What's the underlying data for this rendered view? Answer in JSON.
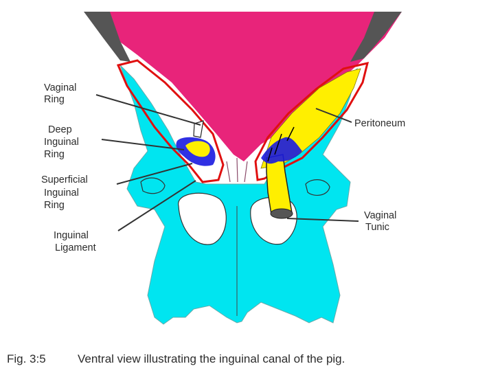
{
  "labels": {
    "vaginal_ring": [
      "Vaginal",
      "Ring"
    ],
    "deep_inguinal_ring": [
      "Deep",
      "Inguinal",
      "Ring"
    ],
    "superficial_inguinal_ring": [
      "Superficial",
      "Inguinal",
      "Ring"
    ],
    "inguinal_ligament": [
      "Inguinal",
      "Ligament"
    ],
    "peritoneum": [
      "Peritoneum"
    ],
    "vaginal_tunic": [
      "Vaginal",
      "Tunic"
    ]
  },
  "caption": {
    "fig_number": "Fig. 3:5",
    "text": "Ventral view illustrating the inguinal canal of the pig."
  },
  "colors": {
    "muscle": "#e8247a",
    "bone": "#00e5f0",
    "peritoneum": "#ffef00",
    "outline": "#e01010",
    "vessel": "#1a1ae0",
    "background": "#ffffff"
  }
}
